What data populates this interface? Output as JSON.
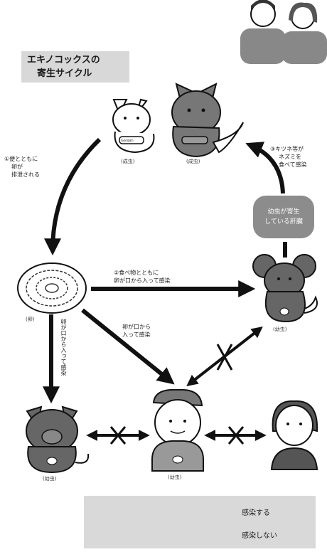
{
  "title": {
    "line1": "エキノコックスの",
    "line2": "寄生サイクル"
  },
  "hosts": {
    "dog_label": "(成虫)",
    "fox_label": "(成虫)",
    "dog_collar": "Ganjan",
    "mouse_label": "(幼虫)",
    "pig_label": "(幼虫)",
    "human_label": "(幼虫)",
    "egg_label": "(卵)"
  },
  "annotations": {
    "step1": [
      "①便とともに",
      "卵が",
      "排泄される"
    ],
    "step2": [
      "②食べ物とともに",
      "卵が口から入って感染"
    ],
    "step3": [
      "③キツネ等が",
      "ネズミを",
      "食べて感染"
    ],
    "egg_to_pig": "卵が口から入って感染",
    "egg_to_human": [
      "卵が口から",
      "入って感染"
    ]
  },
  "host_bubble": [
    "幼虫が寄生",
    "している肝臓"
  ],
  "legend": {
    "infects": "感染する",
    "not_infects": "感染しない"
  }
}
